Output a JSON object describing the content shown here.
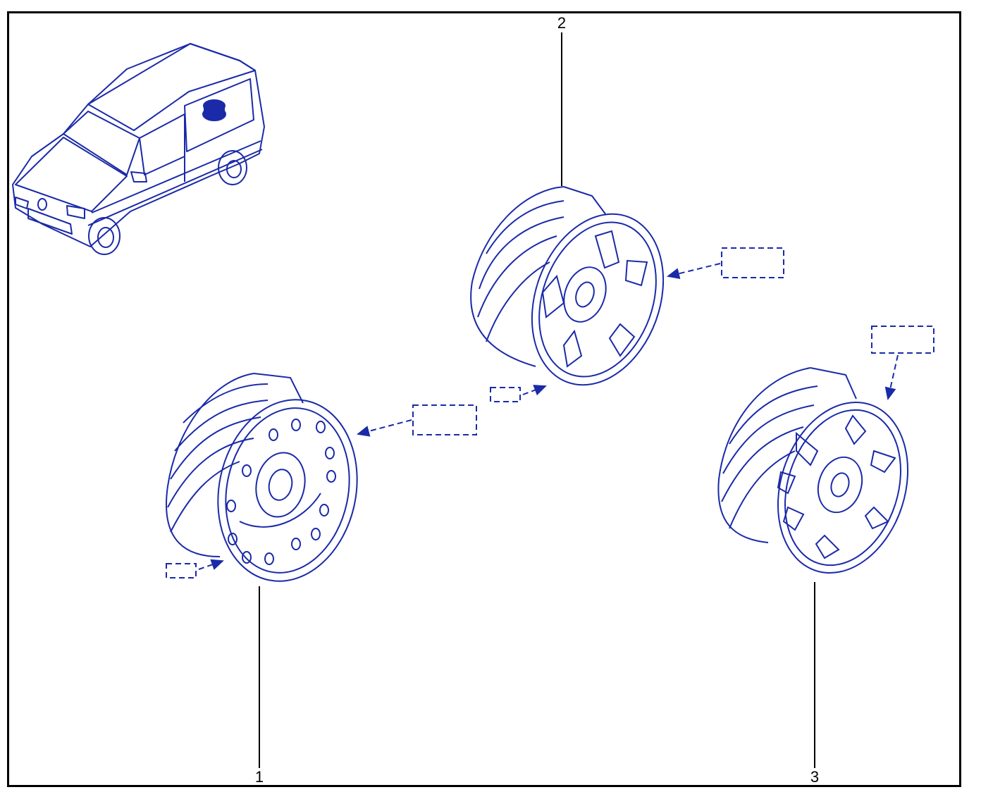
{
  "diagram": {
    "callouts": [
      {
        "id": "1",
        "label": "1"
      },
      {
        "id": "2",
        "label": "2"
      },
      {
        "id": "3",
        "label": "3"
      }
    ],
    "colors": {
      "ink": "#1a2aa8",
      "frame": "#000000",
      "leader": "#000000",
      "background": "#ffffff"
    }
  }
}
